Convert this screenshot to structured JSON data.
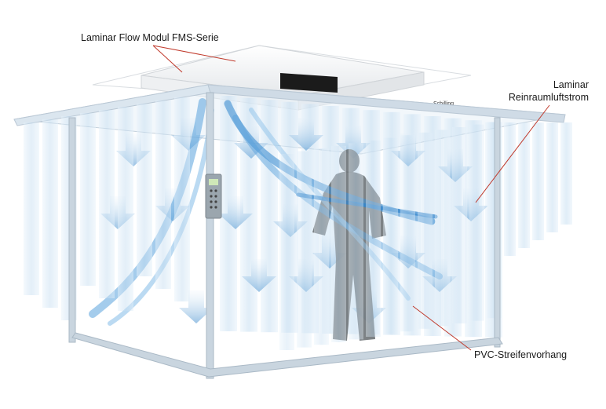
{
  "labels": {
    "module": "Laminar Flow Modul FMS-Serie",
    "airflow_line1": "Laminar",
    "airflow_line2": "Reinraumluftstrom",
    "curtain": "PVC-Streifenvorhang"
  },
  "brand_badge": "Schilling",
  "colors": {
    "callout_line": "#c0392b",
    "frame": "#b9c7d4",
    "curtain": "#cfe3f3",
    "arrow": "#6aa6d8",
    "swirl": "#5aa2dc",
    "person": "#6f7478",
    "module": "#f3f4f5"
  },
  "icons": {
    "control_panel": "control-panel-icon",
    "person": "person-silhouette-icon"
  }
}
